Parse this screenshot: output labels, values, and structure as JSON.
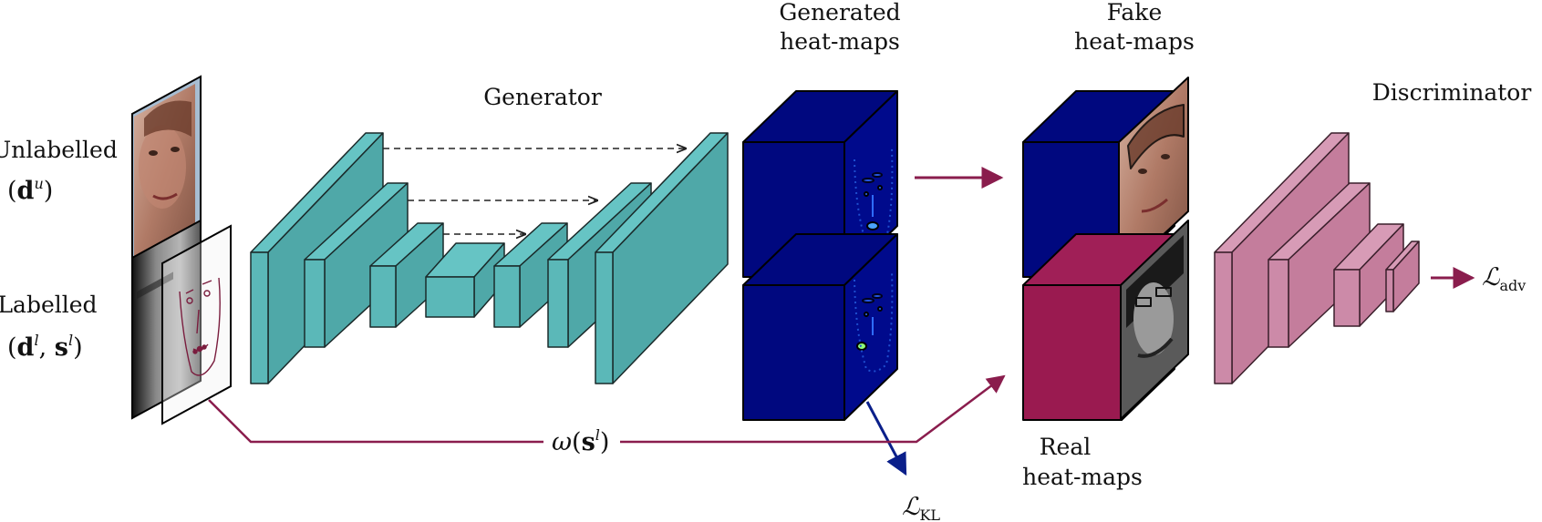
{
  "labels": {
    "unlabelled": "Unlabelled",
    "unlabelled_sym": "d",
    "unlabelled_sup": "u",
    "labelled": "Labelled",
    "labelled_sym_d": "d",
    "labelled_sup_l": "l",
    "labelled_sym_s": "s",
    "labelled_sup_l2": "l",
    "generator": "Generator",
    "generated_line1": "Generated",
    "generated_line2": "heat-maps",
    "fake_line1": "Fake",
    "fake_line2": "heat-maps",
    "real_line1": "Real",
    "real_line2": "heat-maps",
    "discriminator": "Discriminator",
    "omega": "ω",
    "omega_arg": "s",
    "omega_sup": "l",
    "loss_symbol": "ℒ",
    "loss_kl_sub": "KL",
    "loss_adv_sub": "adv"
  },
  "colors": {
    "generator_front": "#5bb8b8",
    "generator_side": "#4fa8a8",
    "heatmap_blue": "#00087f",
    "heatmap_dark": "#000660",
    "real_magenta": "#9a1a50",
    "discriminator_pink": "#cc8aa8",
    "arrow_magenta": "#8a1d4d",
    "arrow_blue": "#0a1f8a",
    "face_tone": "#b07a66",
    "gray_face": "#6a6a6a"
  }
}
